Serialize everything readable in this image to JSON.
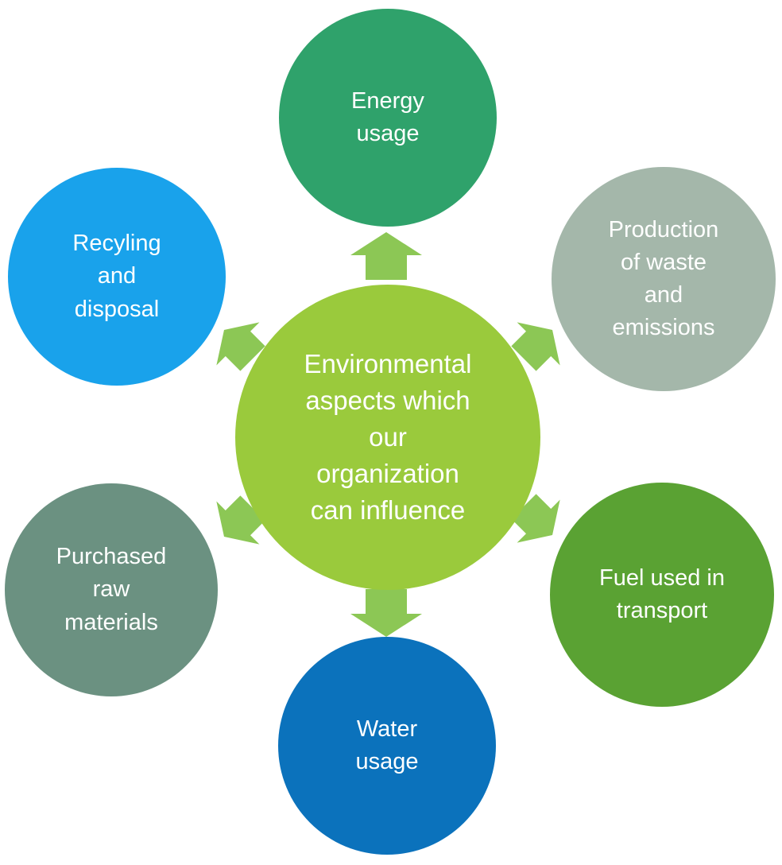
{
  "diagram": {
    "type": "radial-diverging",
    "arrow_color": "#8CC755",
    "text_color": "#FFFFFF",
    "center": {
      "label": "Environmental\naspects which\nour\norganization\ncan influence",
      "color": "#9ACA3C"
    },
    "satellites": [
      {
        "id": "energy-usage",
        "label": "Energy\nusage",
        "color": "#2FA26B",
        "position": "top"
      },
      {
        "id": "production-waste-emissions",
        "label": "Production\nof waste\nand\nemissions",
        "color": "#A4B7AA",
        "position": "top-right"
      },
      {
        "id": "fuel-used-in-transport",
        "label": "Fuel used in\ntransport",
        "color": "#5AA233",
        "position": "bottom-right"
      },
      {
        "id": "water-usage",
        "label": "Water\nusage",
        "color": "#0B72BC",
        "position": "bottom"
      },
      {
        "id": "purchased-raw-materials",
        "label": "Purchased\nraw\nmaterials",
        "color": "#6B9181",
        "position": "bottom-left"
      },
      {
        "id": "recyling-and-disposal",
        "label": "Recyling\nand\ndisposal",
        "color": "#19A2EB",
        "position": "top-left"
      }
    ],
    "arrows": [
      {
        "direction": "up"
      },
      {
        "direction": "up-right"
      },
      {
        "direction": "down-right"
      },
      {
        "direction": "down"
      },
      {
        "direction": "down-left"
      },
      {
        "direction": "up-left"
      }
    ]
  }
}
